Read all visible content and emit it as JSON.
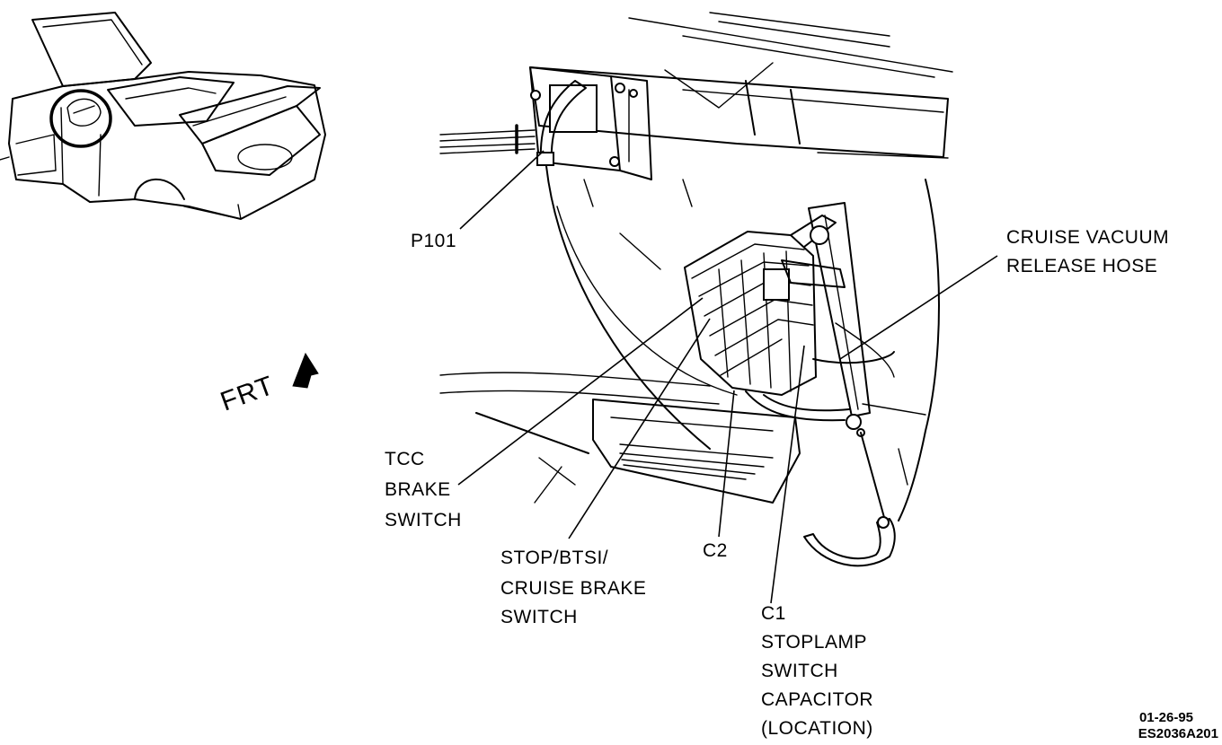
{
  "labels": {
    "p101": "P101",
    "cruise_vacuum_line1": "CRUISE VACUUM",
    "cruise_vacuum_line2": "RELEASE HOSE",
    "tcc_line1": "TCC",
    "tcc_line2": "BRAKE",
    "tcc_line3": "SWITCH",
    "stop_line1": "STOP/BTSI/",
    "stop_line2": "CRUISE BRAKE",
    "stop_line3": "SWITCH",
    "c2": "C2",
    "c1_line1": "C1",
    "c1_line2": "STOPLAMP",
    "c1_line3": "SWITCH",
    "c1_line4": "CAPACITOR",
    "c1_line5": "(LOCATION)",
    "frt": "FRT"
  },
  "codes": {
    "date": "01-26-95",
    "figure_id": "ES2036A201"
  }
}
